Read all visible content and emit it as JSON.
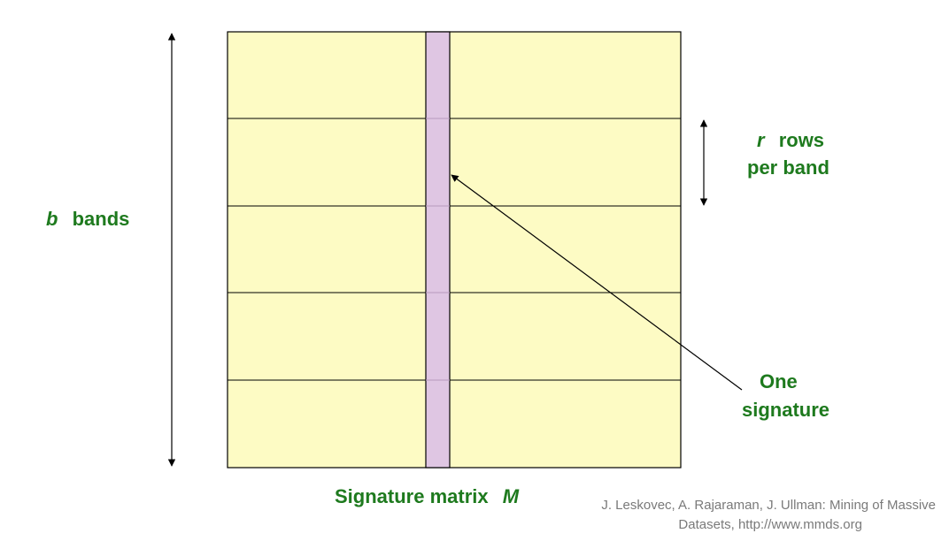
{
  "labels": {
    "bands_var": "b",
    "bands_word": "bands",
    "rows_var": "r",
    "rows_word": "rows",
    "rows_line2": "per band",
    "one_signature_line1": "One",
    "one_signature_line2": "signature",
    "matrix_caption": "Signature matrix",
    "matrix_var": "M"
  },
  "citation": {
    "line1": "J. Leskovec, A. Rajaraman, J. Ullman: Mining of Massive",
    "line2": "Datasets, http://www.mmds.org"
  },
  "colors": {
    "matrix_fill": "#fdfbc4",
    "signature_fill": "#dfc6e3",
    "label_green": "#1e7a1e"
  },
  "band_count": 5
}
